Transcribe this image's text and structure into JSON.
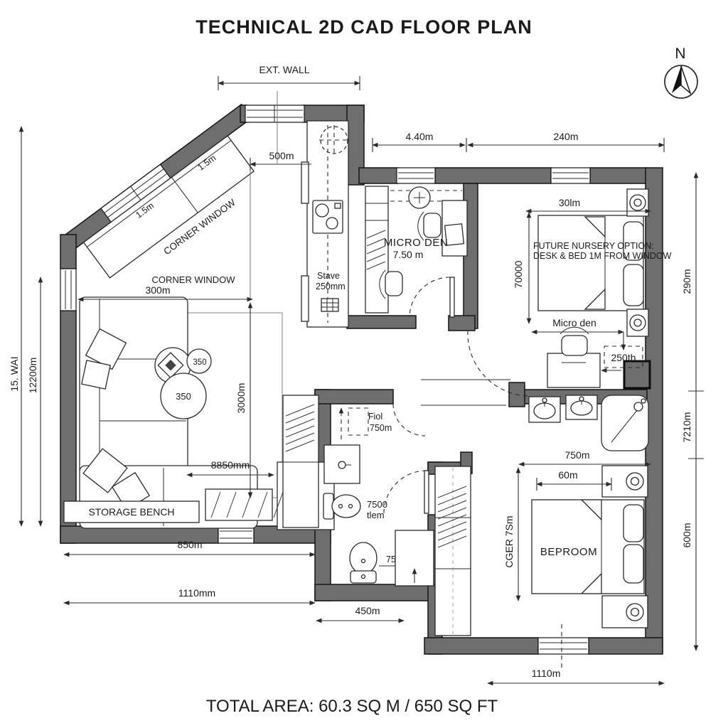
{
  "title": "TECHNICAL 2D CAD FLOOR PLAN",
  "footer": "TOTAL AREA: 60.3 SQ M / 650 SQ FT",
  "compass_label": "N",
  "colors": {
    "wall": "#6e6e6e",
    "outline": "#151515",
    "dimension_line": "#2f2f2f",
    "text": "#1b1b1b",
    "background": "#ffffff"
  },
  "rooms": {
    "micro_den_name": "MICRO DEN",
    "micro_den_area": "7.50 m",
    "bedroom_name": "BEPROOM",
    "nursery_note1": "FUTURE NURSERY OPTION:",
    "nursery_note2": "DESK & BED 1M FROM WINDOW",
    "storage_bench": "STORAGE BENCH",
    "corner_window_diagonal": "CORNER WINDOW",
    "corner_window_horizontal": "CORNER WINDOW",
    "pane_left": "1.5m",
    "pane_right": "1.5m",
    "stove_line1": "Stave",
    "stove_line2": "250mm",
    "table_small": "350",
    "table_large": "350",
    "bath_note1": "Fiol",
    "bath_note2": "750m",
    "toilet_note1": "7500",
    "toilet_note2": "tlem"
  },
  "dims": {
    "ext_wall": "EXT. WALL",
    "top_a": "4.40m",
    "top_b": "240m",
    "kitchen_500": "500m",
    "left_outer": "15. WAI",
    "left_inner": "12200m",
    "living_width": "300m",
    "living_height": "3000m",
    "living_8850": "8850mm",
    "bottom_850": "850m",
    "bottom_1110mm": "1110mm",
    "bath_450": "450m",
    "bottom_1110m": "1110m",
    "right_top": "290m",
    "right_mid": "7210m",
    "right_bottom": "600m",
    "nursery_width": "30lm",
    "nursery_height": "70000",
    "nursery_desk": "Micro den",
    "nursery_250th": "250th",
    "bed_width": "750m",
    "bed_inner": "60m",
    "bed_side": "CGER 7Sm",
    "bath_75": "75"
  }
}
